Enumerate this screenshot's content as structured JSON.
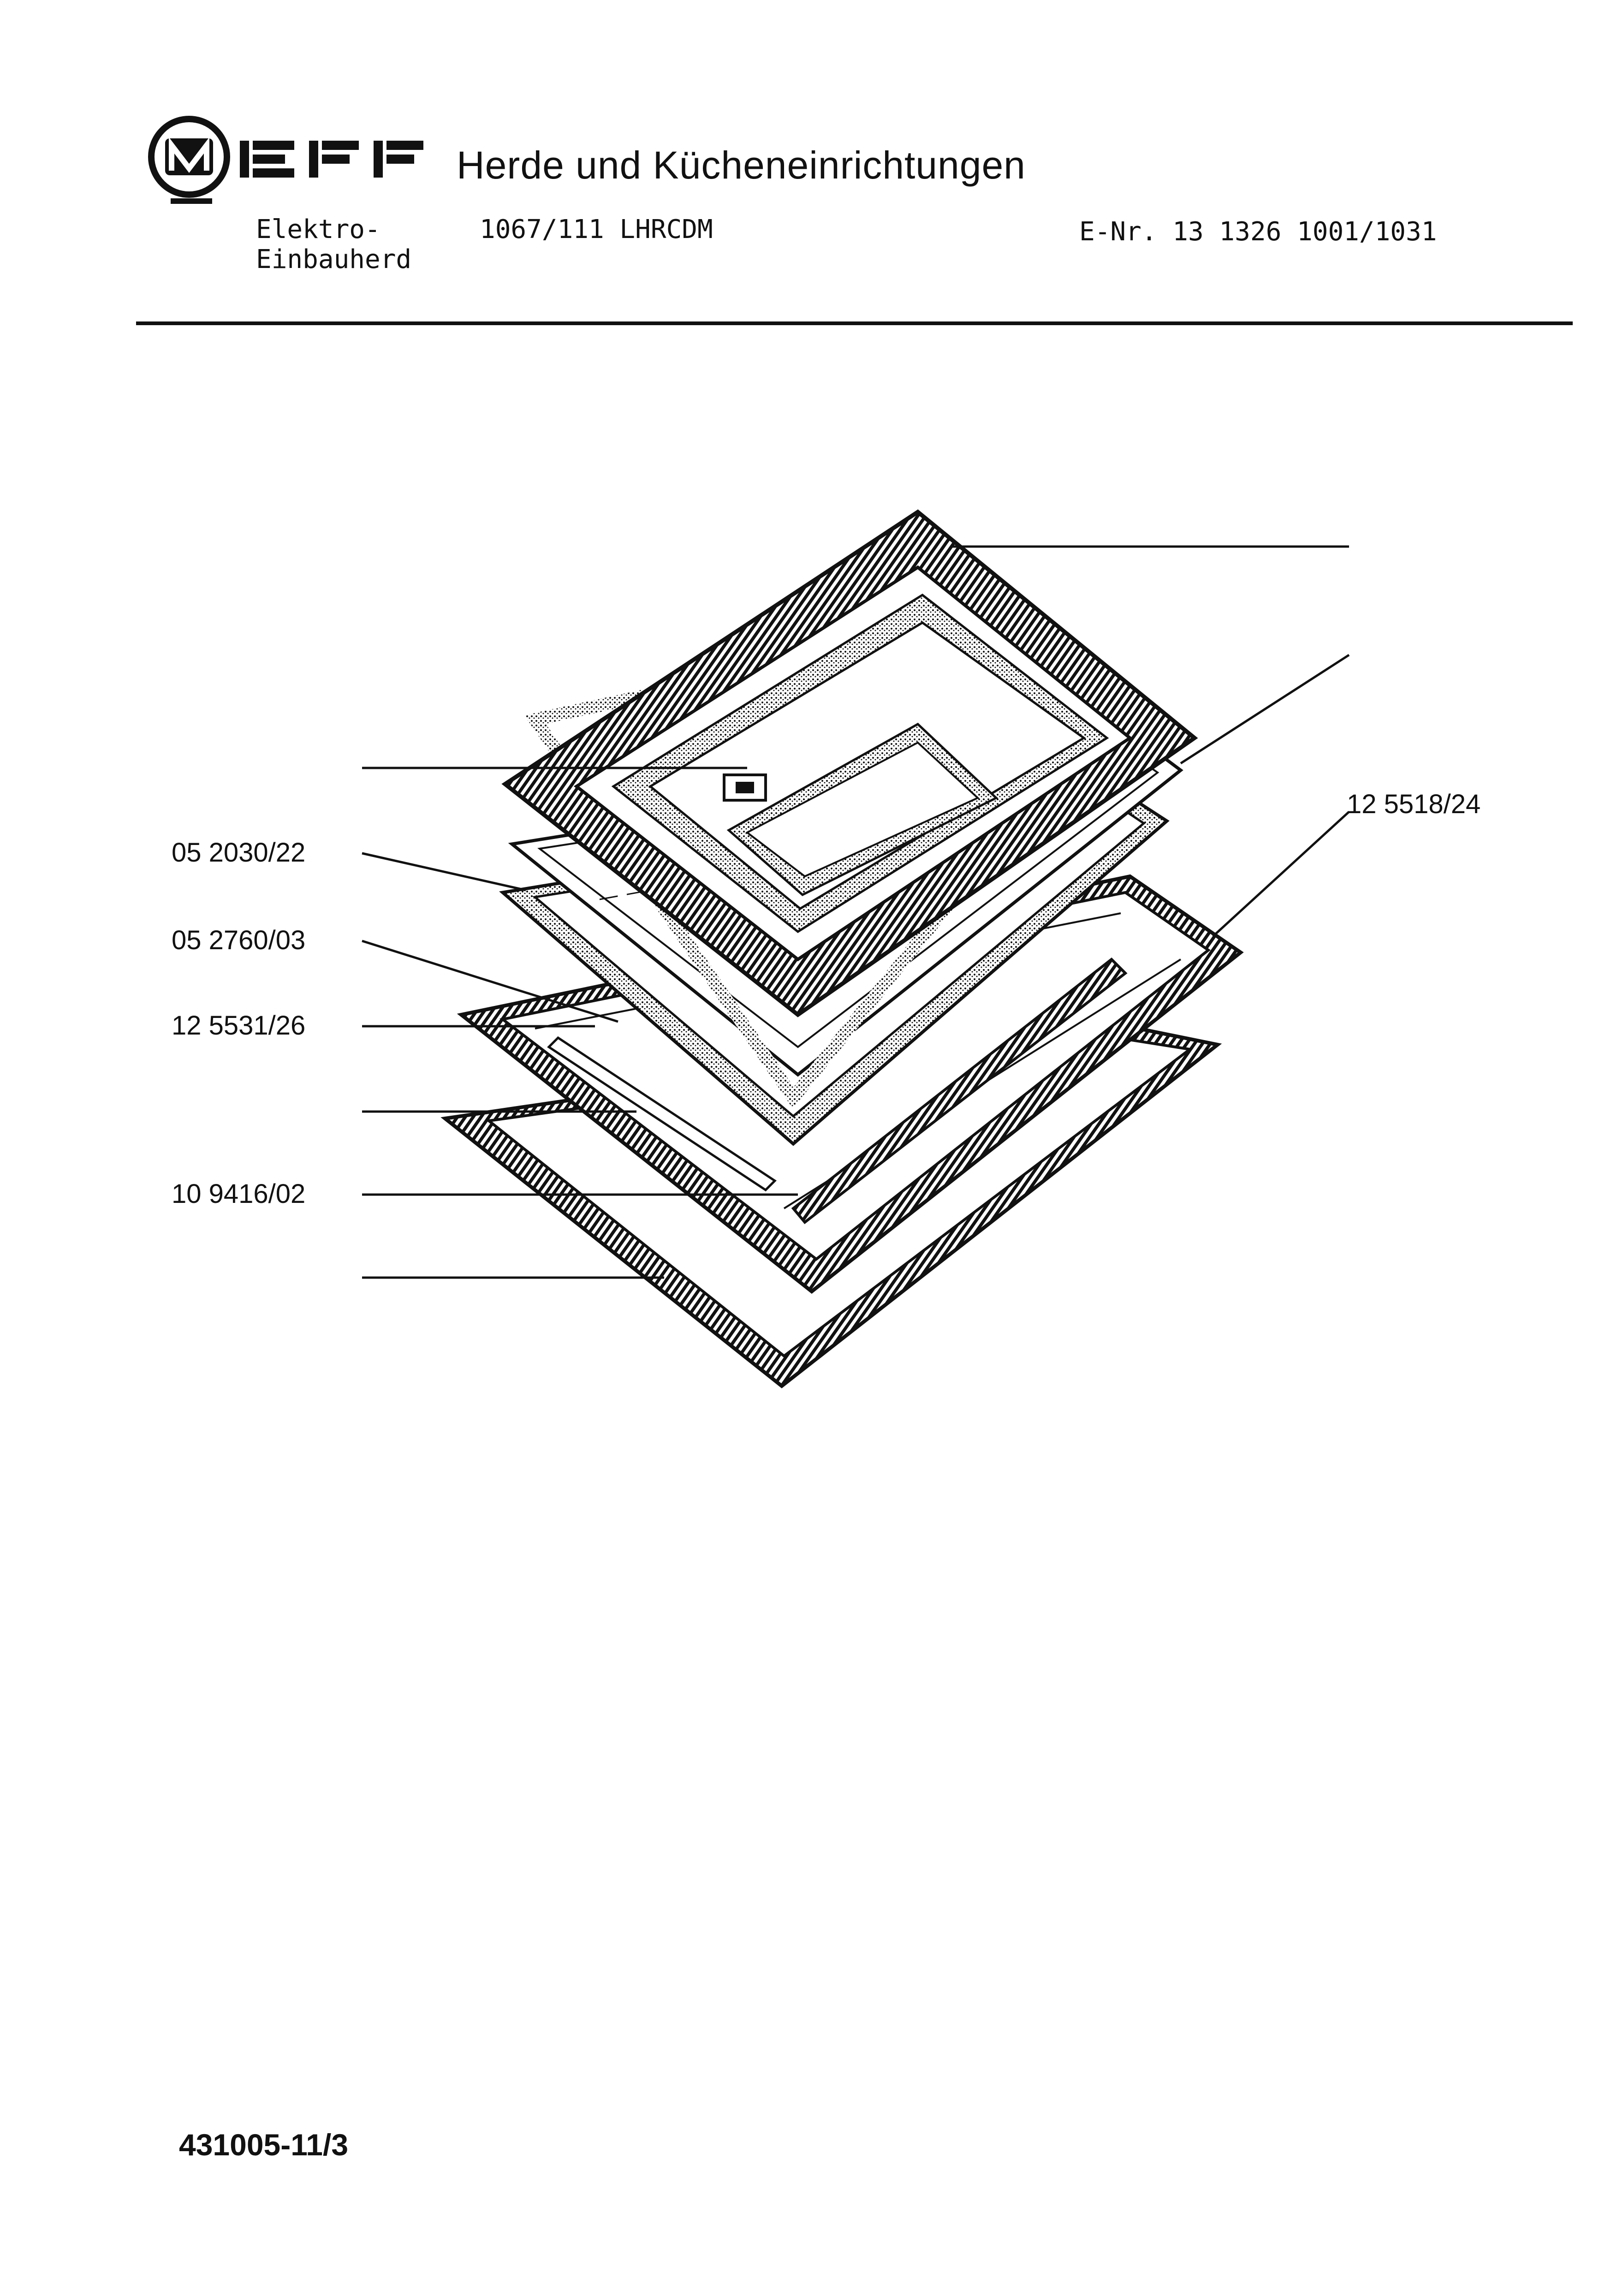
{
  "header": {
    "brand": "NEFF",
    "company": "Herde und Kücheneinrichtungen",
    "device_line1": "Elektro-",
    "device_line2": "Einbauherd",
    "model": "1067/111  LHRCDM",
    "enr": "E-Nr.  13  1326  1001/1031"
  },
  "parts": {
    "p1": "05 2030/22",
    "p2": "05 2760/03",
    "p3": "12 5531/26",
    "p4": "10 9416/02",
    "p5": "12 5518/24"
  },
  "footer": {
    "doc_number": "431005-11/3"
  },
  "colors": {
    "ink": "#111111",
    "paper": "#ffffff"
  }
}
